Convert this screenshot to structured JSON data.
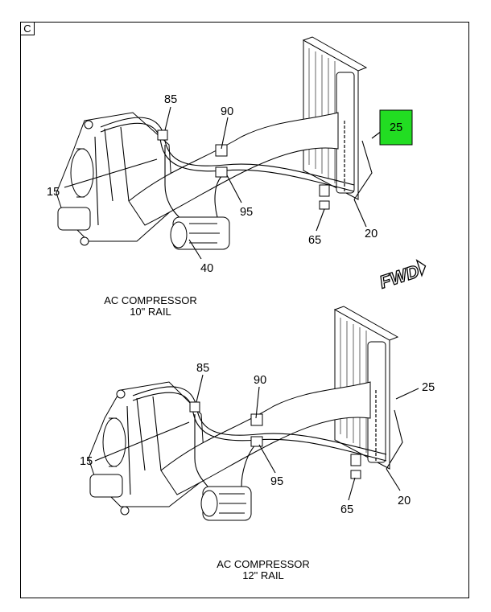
{
  "section_letter": "C",
  "top_view": {
    "callouts": {
      "c85": "85",
      "c90": "90",
      "c25": "25",
      "c15": "15",
      "c95": "95",
      "c65": "65",
      "c20": "20",
      "c40": "40"
    },
    "caption_line1": "AC COMPRESSOR",
    "caption_line2": "10\" RAIL",
    "fwd": "FWD",
    "highlight_color": "#22dd22"
  },
  "bottom_view": {
    "callouts": {
      "c85": "85",
      "c90": "90",
      "c25": "25",
      "c15": "15",
      "c95": "95",
      "c65": "65",
      "c20": "20"
    },
    "caption_line1": "AC COMPRESSOR",
    "caption_line2": "12\" RAIL"
  }
}
